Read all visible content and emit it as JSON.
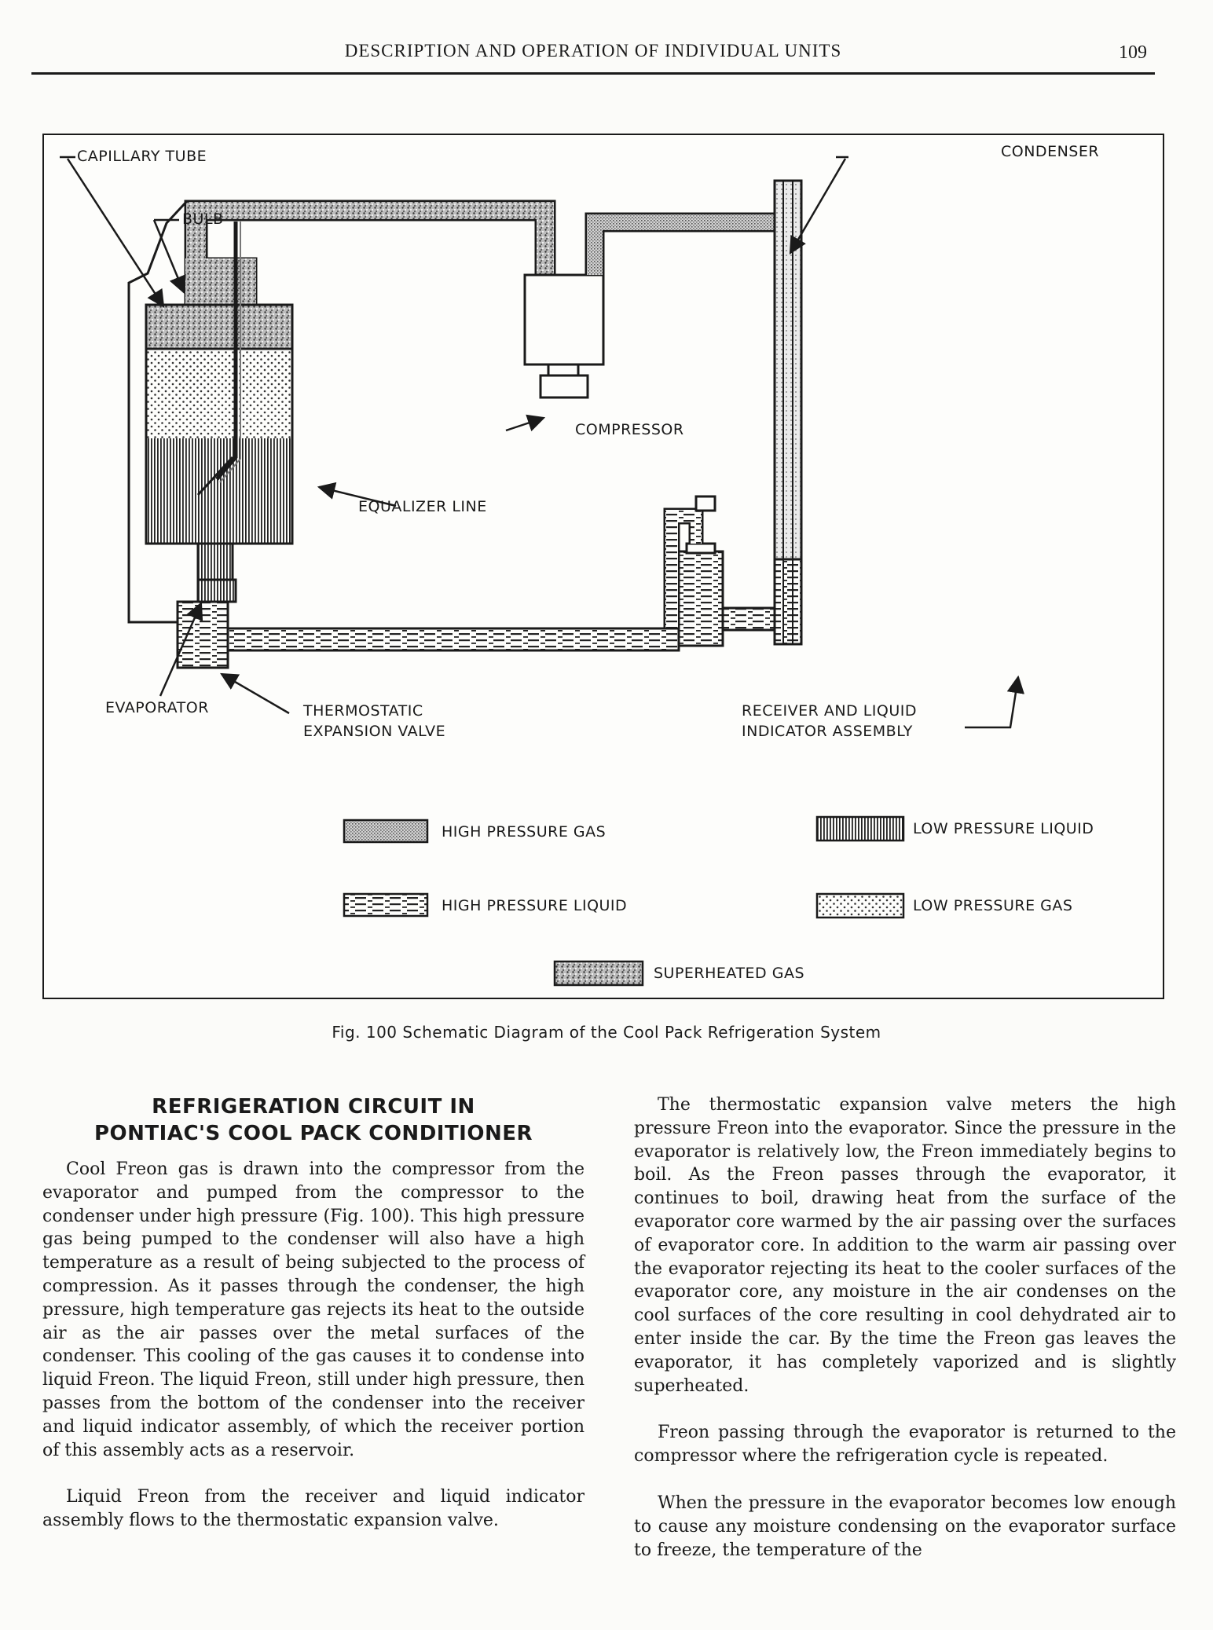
{
  "header": {
    "title": "DESCRIPTION AND OPERATION OF INDIVIDUAL UNITS",
    "page_number": "109"
  },
  "figure": {
    "labels": {
      "capillary_tube": "CAPILLARY TUBE",
      "bulb": "BULB",
      "condenser": "CONDENSER",
      "compressor": "COMPRESSOR",
      "equalizer_line": "EQUALIZER LINE",
      "evaporator": "EVAPORATOR",
      "tev_line1": "THERMOSTATIC",
      "tev_line2": "EXPANSION VALVE",
      "receiver_line1": "RECEIVER AND LIQUID",
      "receiver_line2": "INDICATOR ASSEMBLY"
    },
    "legend": [
      {
        "pattern": "high-pressure-gas",
        "label": "HIGH PRESSURE GAS"
      },
      {
        "pattern": "low-pressure-liquid",
        "label": "LOW PRESSURE LIQUID"
      },
      {
        "pattern": "high-pressure-liquid",
        "label": "HIGH PRESSURE LIQUID"
      },
      {
        "pattern": "low-pressure-gas",
        "label": "LOW PRESSURE GAS"
      },
      {
        "pattern": "superheated-gas",
        "label": "SUPERHEATED GAS"
      }
    ],
    "caption": "Fig. 100  Schematic Diagram of the Cool Pack Refrigeration System"
  },
  "article": {
    "heading_line1": "REFRIGERATION CIRCUIT IN",
    "heading_line2": "PONTIAC'S COOL PACK CONDITIONER",
    "left_paragraphs": [
      "Cool Freon gas is drawn into the compressor from the evaporator and pumped from the compressor to the condenser under high pressure (Fig. 100). This high pressure gas being pumped to the condenser will also have a high temperature as a result of being subjected to the process of compression. As it passes through the condenser, the high pressure, high temperature gas rejects its heat to the outside air as the air passes over the metal surfaces of the condenser. This cooling of the gas causes it to condense into liquid Freon. The liquid Freon, still under high pressure, then passes from the bottom of the condenser into the receiver and liquid indicator assembly, of which the receiver portion of this assembly acts as a reservoir.",
      "Liquid Freon from the receiver and liquid indicator assembly flows to the thermostatic expansion valve."
    ],
    "right_paragraphs": [
      "The thermostatic expansion valve meters the high pressure Freon into the evaporator. Since the pressure in the evaporator is relatively low, the Freon immediately begins to boil. As the Freon passes through the evaporator, it continues to boil, drawing heat from the surface of the evaporator core warmed by the air passing over the surfaces of evaporator core. In addition to the warm air passing over the evaporator rejecting its heat to the cooler surfaces of the evaporator core, any moisture in the air condenses on the cool surfaces of the core resulting in cool dehydrated air to enter inside the car. By the time the Freon gas leaves the evaporator, it has completely vaporized and is slightly superheated.",
      "Freon passing through the evaporator is returned to the compressor where the refrigeration cycle is repeated.",
      "When the pressure in the evaporator becomes low enough to cause any moisture condensing on the evaporator surface to freeze, the temperature of the"
    ]
  }
}
